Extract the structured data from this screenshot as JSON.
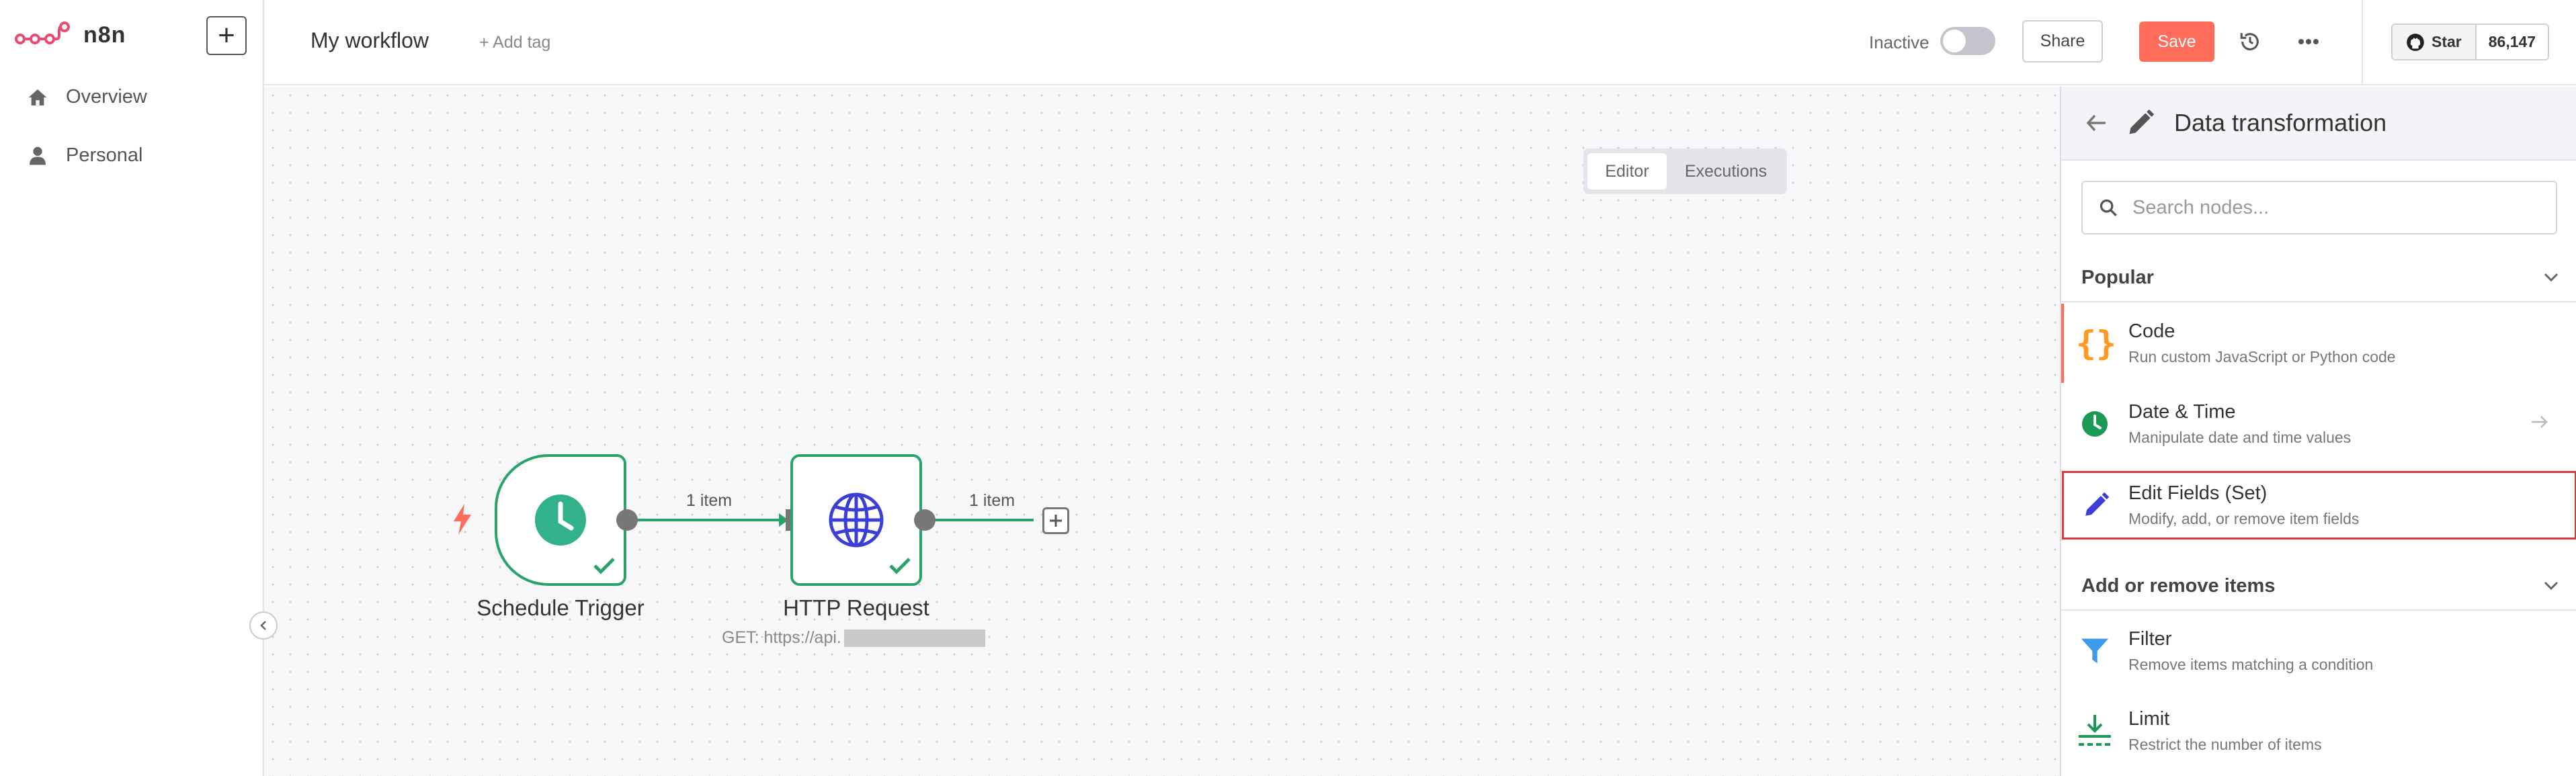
{
  "sidebar": {
    "logo_text": "n8n",
    "new_button": "+",
    "items": [
      {
        "label": "Overview",
        "icon": "home-icon"
      },
      {
        "label": "Personal",
        "icon": "user-icon"
      }
    ]
  },
  "header": {
    "workflow_name": "My workflow",
    "add_tag": "+ Add tag",
    "active_label": "Inactive",
    "share_label": "Share",
    "save_label": "Save",
    "github_star": "Star",
    "github_count": "86,147"
  },
  "canvas": {
    "tabs": {
      "editor": "Editor",
      "executions": "Executions"
    },
    "nodes": [
      {
        "label": "Schedule Trigger",
        "icon": "clock-icon",
        "status": "success"
      },
      {
        "label": "HTTP Request",
        "icon": "globe-icon",
        "status": "success",
        "subtitle": "GET: https://api."
      }
    ],
    "edges": [
      {
        "label": "1 item"
      },
      {
        "label": "1 item"
      }
    ]
  },
  "panel": {
    "title": "Data transformation",
    "search_placeholder": "Search nodes...",
    "sections": [
      {
        "label": "Popular",
        "items": [
          {
            "name": "Code",
            "desc": "Run custom JavaScript or Python code",
            "icon": "code-braces-icon"
          },
          {
            "name": "Date & Time",
            "desc": "Manipulate date and time values",
            "icon": "clock-icon"
          },
          {
            "name": "Edit Fields (Set)",
            "desc": "Modify, add, or remove item fields",
            "icon": "pencil-icon"
          }
        ]
      },
      {
        "label": "Add or remove items",
        "items": [
          {
            "name": "Filter",
            "desc": "Remove items matching a condition",
            "icon": "filter-icon"
          },
          {
            "name": "Limit",
            "desc": "Restrict the number of items",
            "icon": "limit-icon"
          }
        ]
      }
    ]
  },
  "colors": {
    "accent": "#ff6d5a",
    "success": "#29a36a",
    "highlight": "#e0363a",
    "globe": "#3b3fd8"
  }
}
